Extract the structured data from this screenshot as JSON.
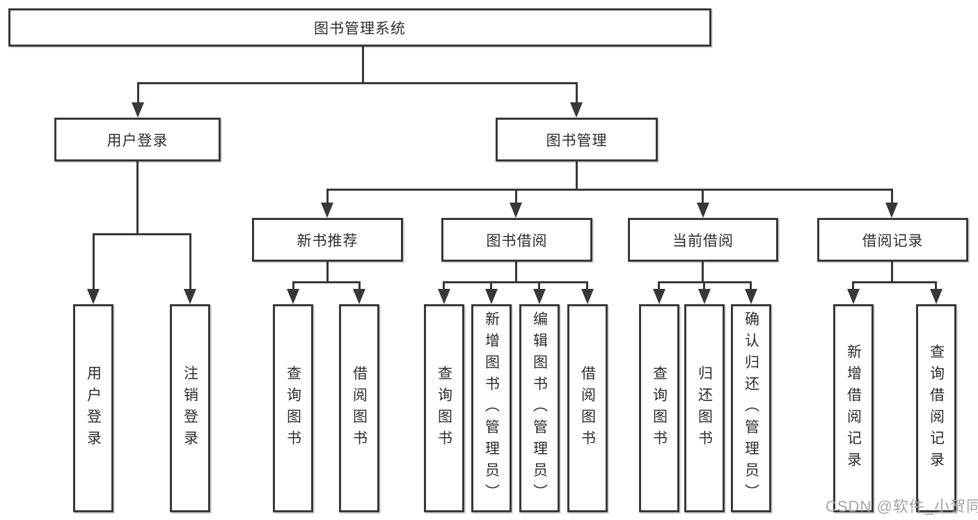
{
  "diagram": {
    "root": "图书管理系统",
    "branches": {
      "user_login": "用户登录",
      "book_mgmt": "图书管理",
      "new_book": "新书推荐",
      "book_borrow": "图书借阅",
      "current_borrow": "当前借阅",
      "borrow_record": "借阅记录"
    },
    "leaves": {
      "login": "用户登录",
      "logout": "注销登录",
      "newbook_query": "查询图书",
      "newbook_borrow": "借阅图书",
      "borrow_query": "查询图书",
      "borrow_add": "新增图书（管理员）",
      "borrow_edit": "编辑图书（管理员）",
      "borrow_do": "借阅图书",
      "current_query": "查询图书",
      "current_return": "归还图书",
      "current_confirm": "确认归还（管理员）",
      "record_add": "新增借阅记录",
      "record_query": "查询借阅记录"
    },
    "watermark": "CSDN @软件_小贺同学"
  },
  "colors": {
    "line": "#383838",
    "text": "#2d2d2d",
    "node_bg": "#ffffff",
    "page_bg": "#ffffff",
    "watermark": "#a3a3a3"
  }
}
